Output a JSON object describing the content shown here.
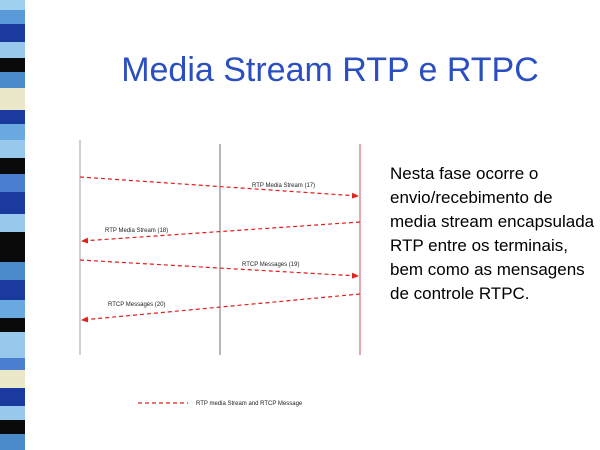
{
  "slide": {
    "title": "Media Stream RTP e RTPC",
    "body_text": "Nesta fase ocorre o envio/recebimento de media stream encapsulada RTP entre os terminais, bem como as mensagens de controle RTPC."
  },
  "diagram": {
    "line_color": "#e0201c",
    "messages": [
      {
        "label": "RTP Media Stream (17)",
        "direction": "right"
      },
      {
        "label": "RTP Media Stream (18)",
        "direction": "left"
      },
      {
        "label": "RTCP Messages (19)",
        "direction": "right"
      },
      {
        "label": "RTCP Messages (20)",
        "direction": "left"
      }
    ],
    "legend_label": "RTP media Stream and RTCP Message"
  },
  "colors": {
    "title": "#2b4fc0",
    "stripe": [
      "#1a3aa0",
      "#4a7fd0",
      "#0a0a0a",
      "#eae8c8",
      "#4a8ac8",
      "#98c8ec",
      "#0a0a0a"
    ]
  }
}
